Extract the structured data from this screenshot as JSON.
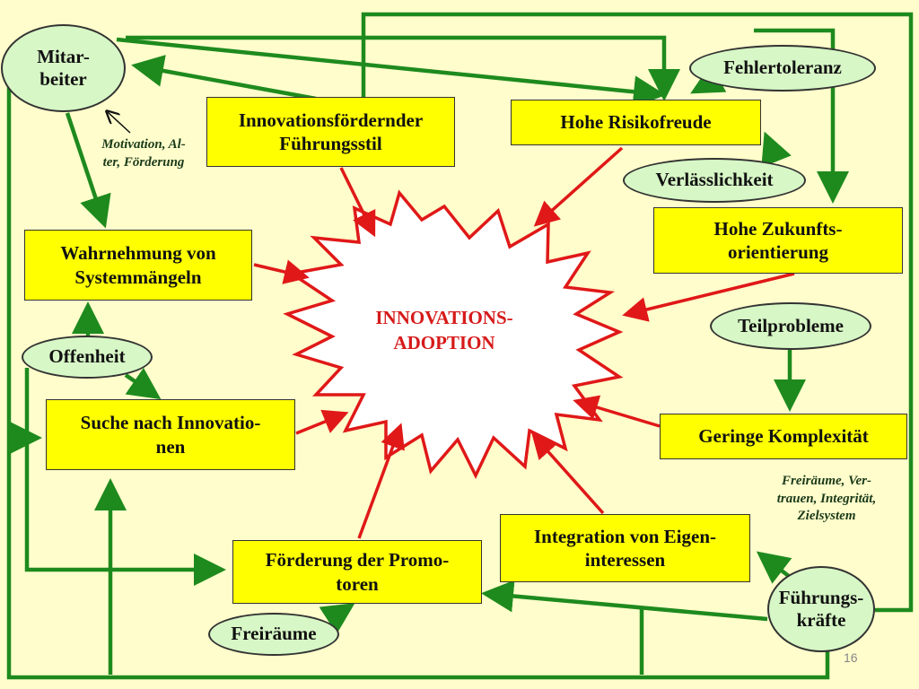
{
  "center": {
    "line1": "INNOVATIONS-",
    "line2": "ADOPTION"
  },
  "boxes": {
    "innovationsfoerdernder": {
      "line1": "Innovationsfördernder",
      "line2": "Führungsstil"
    },
    "risikofreude": {
      "line1": "Hohe Risikofreude"
    },
    "zukunft": {
      "line1": "Hohe Zukunfts-",
      "line2": "orientierung"
    },
    "wahrnehmung": {
      "line1": "Wahrnehmung von",
      "line2": "Systemmängeln"
    },
    "suche": {
      "line1": "Suche nach Innovatio-",
      "line2": "nen"
    },
    "komplexitaet": {
      "line1": "Geringe Komplexität"
    },
    "integration": {
      "line1": "Integration von Eigen-",
      "line2": "interessen"
    },
    "promotoren": {
      "line1": "Förderung der Promo-",
      "line2": "toren"
    }
  },
  "ovals": {
    "mitarbeiter": {
      "line1": "Mitar-",
      "line2": "beiter"
    },
    "fehlertoleranz": {
      "line1": "Fehlertoleranz"
    },
    "verlaesslichkeit": {
      "line1": "Verlässlichkeit"
    },
    "teilprobleme": {
      "line1": "Teilprobleme"
    },
    "offenheit": {
      "line1": "Offenheit"
    },
    "fuehrungskraefte": {
      "line1": "Führungs-",
      "line2": "kräfte"
    },
    "freiraeume": {
      "line1": "Freiräume"
    }
  },
  "notes": {
    "motivation": {
      "line1": "Motivation, Al-",
      "line2": "ter, Förderung"
    },
    "freiraeume_vertrauen": {
      "line1": "Freiräume, Ver-",
      "line2": "trauen, Integrität,",
      "line3": "Zielsystem"
    }
  },
  "page_number": "16",
  "colors": {
    "background": "#fffdcb",
    "box": "#ffff00",
    "oval": "#d7f7c6",
    "green_arrow": "#1e8a1e",
    "red_arrow": "#e01818",
    "center_text": "#d61a1a"
  }
}
